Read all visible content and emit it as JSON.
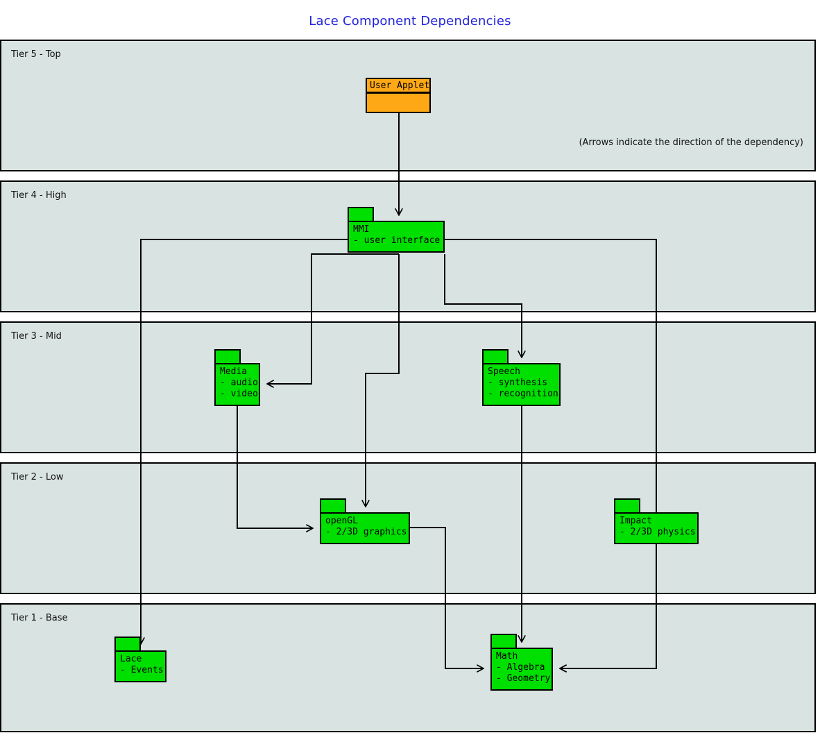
{
  "title": "Lace Component Dependencies",
  "note": "(Arrows indicate the direction of the dependency)",
  "colors": {
    "title": "#2222dd",
    "tier_fill": "#d9e3e2",
    "component_fill": "#00e000",
    "applet_fill": "#ffa816",
    "stroke": "#000000"
  },
  "tiers": [
    {
      "id": "tier5",
      "label": "Tier 5 - Top"
    },
    {
      "id": "tier4",
      "label": "Tier 4 - High"
    },
    {
      "id": "tier3",
      "label": "Tier 3 - Mid"
    },
    {
      "id": "tier2",
      "label": "Tier 2 - Low"
    },
    {
      "id": "tier1",
      "label": "Tier 1 - Base"
    }
  ],
  "components": [
    {
      "id": "applet",
      "name": "User Applet",
      "details": "",
      "tier": "Tier 5 - Top",
      "kind": "applet"
    },
    {
      "id": "mmi",
      "name": "MMI",
      "details": "- user interface",
      "tier": "Tier 4 - High",
      "kind": "package"
    },
    {
      "id": "media",
      "name": "Media",
      "details": "- audio\n- video",
      "tier": "Tier 3 - Mid",
      "kind": "package"
    },
    {
      "id": "speech",
      "name": "Speech",
      "details": "- synthesis\n- recognition",
      "tier": "Tier 3 - Mid",
      "kind": "package"
    },
    {
      "id": "opengl",
      "name": "openGL",
      "details": "- 2/3D graphics",
      "tier": "Tier 2 - Low",
      "kind": "package"
    },
    {
      "id": "impact",
      "name": "Impact",
      "details": "- 2/3D physics",
      "tier": "Tier 2 - Low",
      "kind": "package"
    },
    {
      "id": "lace",
      "name": "Lace",
      "details": "- Events",
      "tier": "Tier 1 - Base",
      "kind": "package"
    },
    {
      "id": "math",
      "name": "Math",
      "details": "- Algebra\n- Geometry",
      "tier": "Tier 1 - Base",
      "kind": "package"
    }
  ],
  "component_text": {
    "applet": "User Applet",
    "mmi": "MMI\n- user interface",
    "media": "Media\n- audio\n- video",
    "speech": "Speech\n- synthesis\n- recognition",
    "opengl": "openGL\n- 2/3D graphics",
    "impact": "Impact\n- 2/3D physics",
    "lace": "Lace\n- Events",
    "math": "Math\n- Algebra\n- Geometry"
  },
  "dependencies": [
    {
      "from": "User Applet",
      "to": "MMI"
    },
    {
      "from": "MMI",
      "to": "Lace"
    },
    {
      "from": "MMI",
      "to": "Media"
    },
    {
      "from": "MMI",
      "to": "openGL"
    },
    {
      "from": "MMI",
      "to": "Speech"
    },
    {
      "from": "MMI",
      "to": "Math"
    },
    {
      "from": "Media",
      "to": "openGL"
    },
    {
      "from": "Speech",
      "to": "Math"
    },
    {
      "from": "openGL",
      "to": "Math"
    },
    {
      "from": "Impact",
      "to": "Math"
    }
  ]
}
